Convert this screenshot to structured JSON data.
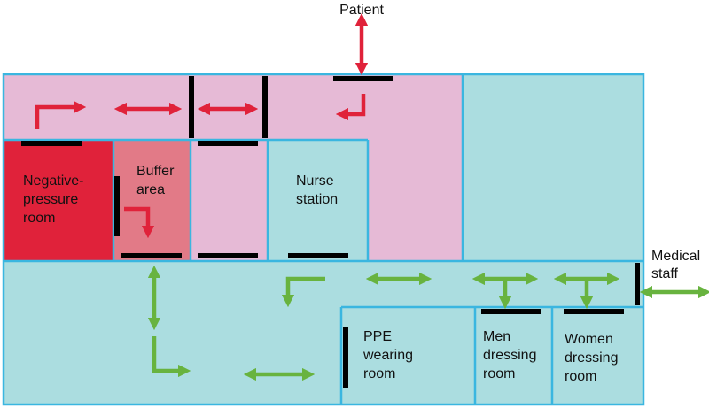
{
  "labels": {
    "patient": "Patient",
    "medical_staff_1": "Medical",
    "medical_staff_2": "staff",
    "negative_pressure_1": "Negative-",
    "negative_pressure_2": "pressure",
    "negative_pressure_3": "room",
    "buffer_1": "Buffer",
    "buffer_2": "area",
    "nurse_1": "Nurse",
    "nurse_2": "station",
    "ppe_1": "PPE",
    "ppe_2": "wearing",
    "ppe_3": "room",
    "men_1": "Men",
    "men_2": "dressing",
    "men_3": "room",
    "women_1": "Women",
    "women_2": "dressing",
    "women_3": "room"
  },
  "colors": {
    "contaminated_zone": "#e6bad6",
    "clean_zone": "#abdde0",
    "negative_pressure_room": "#e0223a",
    "buffer_area": "#e27a87",
    "walls": "#3ab6e0",
    "doors": "#000000",
    "patient_arrow": "#e0223a",
    "staff_arrow": "#68b33f"
  }
}
